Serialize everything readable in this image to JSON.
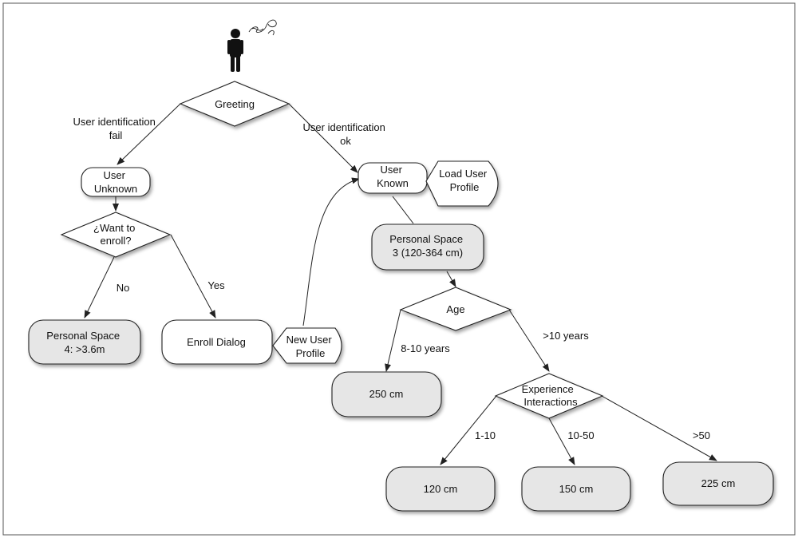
{
  "nodes": {
    "greeting": {
      "label": [
        "Greeting"
      ],
      "kind": "decision"
    },
    "user_unknown": {
      "label": [
        "User",
        "Unknown"
      ],
      "kind": "process"
    },
    "want_enroll": {
      "label": [
        "¿Want to",
        "enroll?"
      ],
      "kind": "decision"
    },
    "personal_space_4": {
      "label": [
        "Personal Space",
        "4: >3.6m"
      ],
      "kind": "outcome"
    },
    "enroll_dialog": {
      "label": [
        "Enroll Dialog"
      ],
      "kind": "process"
    },
    "new_user_profile": {
      "label": [
        "New User",
        "Profile"
      ],
      "kind": "display"
    },
    "user_known": {
      "label": [
        "User",
        "Known"
      ],
      "kind": "process"
    },
    "load_user_profile": {
      "label": [
        "Load User",
        "Profile"
      ],
      "kind": "display"
    },
    "personal_space_3": {
      "label": [
        "Personal Space",
        "3 (120-364 cm)"
      ],
      "kind": "outcome"
    },
    "age": {
      "label": [
        "Age"
      ],
      "kind": "decision"
    },
    "cm_250": {
      "label": [
        "250 cm"
      ],
      "kind": "outcome"
    },
    "experience": {
      "label": [
        "Experience",
        "Interactions"
      ],
      "kind": "decision"
    },
    "cm_120": {
      "label": [
        "120 cm"
      ],
      "kind": "outcome"
    },
    "cm_150": {
      "label": [
        "150 cm"
      ],
      "kind": "outcome"
    },
    "cm_225": {
      "label": [
        "225 cm"
      ],
      "kind": "outcome"
    }
  },
  "edges": {
    "fail": {
      "label": [
        "User identification",
        "fail"
      ]
    },
    "ok": {
      "label": [
        "User identification",
        "ok"
      ]
    },
    "no": {
      "label": [
        "No"
      ]
    },
    "yes": {
      "label": [
        "Yes"
      ]
    },
    "age_8_10": {
      "label": [
        "8-10 years"
      ]
    },
    "age_gt10": {
      "label": [
        ">10 years"
      ]
    },
    "exp_1_10": {
      "label": [
        "1-10"
      ]
    },
    "exp_10_50": {
      "label": [
        "10-50"
      ]
    },
    "exp_gt50": {
      "label": [
        ">50"
      ]
    }
  },
  "colors": {
    "outcome_fill": "#e6e6e6",
    "process_fill": "#ffffff",
    "stroke": "#222222",
    "figure": "#111111"
  },
  "icons": {
    "person": "person-icon",
    "logo": "signature-icon"
  }
}
